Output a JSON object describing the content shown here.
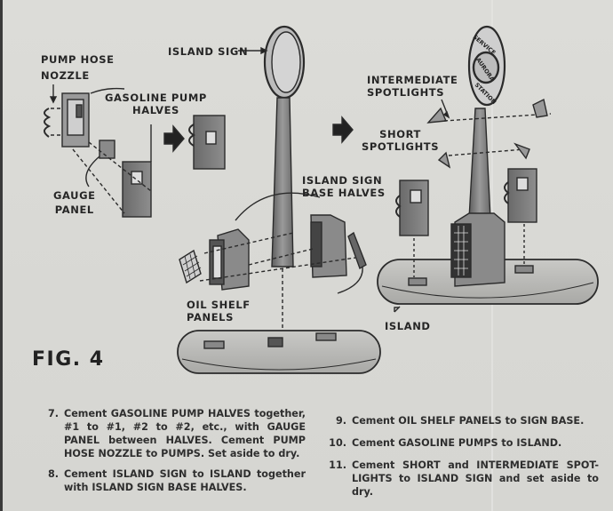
{
  "figure": {
    "title": "FIG. 4",
    "labels": {
      "pump_hose_nozzle_1": "PUMP HOSE",
      "pump_hose_nozzle_2": "NOZZLE",
      "gasoline_pump_halves_1": "GASOLINE PUMP",
      "gasoline_pump_halves_2": "HALVES",
      "gauge_panel_1": "GAUGE",
      "gauge_panel_2": "PANEL",
      "island_sign": "ISLAND SIGN",
      "island_sign_base_halves_1": "ISLAND SIGN",
      "island_sign_base_halves_2": "BASE HALVES",
      "oil_shelf_panels_1": "OIL SHELF",
      "oil_shelf_panels_2": "PANELS",
      "intermediate_spotlights_1": "INTERMEDIATE",
      "intermediate_spotlights_2": "SPOTLIGHTS",
      "short_spotlights_1": "SHORT",
      "short_spotlights_2": "SPOTLIGHTS",
      "island": "ISLAND"
    },
    "sign_text": {
      "top": "SERVICE",
      "middle": "AURORA",
      "bottom": "STATION"
    }
  },
  "instructions": {
    "left": [
      {
        "num": "7.",
        "text": "Cement GASOLINE PUMP HALVES together, #1 to #1, #2 to #2, etc., with GAUGE PANEL between HALVES. Cement PUMP HOSE NOZZLE to PUMPS. Set aside to dry."
      },
      {
        "num": "8.",
        "text": "Cement ISLAND SIGN to ISLAND together with ISLAND SIGN BASE HALVES."
      }
    ],
    "right": [
      {
        "num": "9.",
        "text": "Cement OIL SHELF PANELS to SIGN BASE."
      },
      {
        "num": "10.",
        "text": "Cement GASOLINE PUMPS to ISLAND."
      },
      {
        "num": "11.",
        "text": "Cement SHORT and INTERMEDIATE SPOT-LIGHTS to ISLAND SIGN and set aside to dry."
      }
    ]
  }
}
